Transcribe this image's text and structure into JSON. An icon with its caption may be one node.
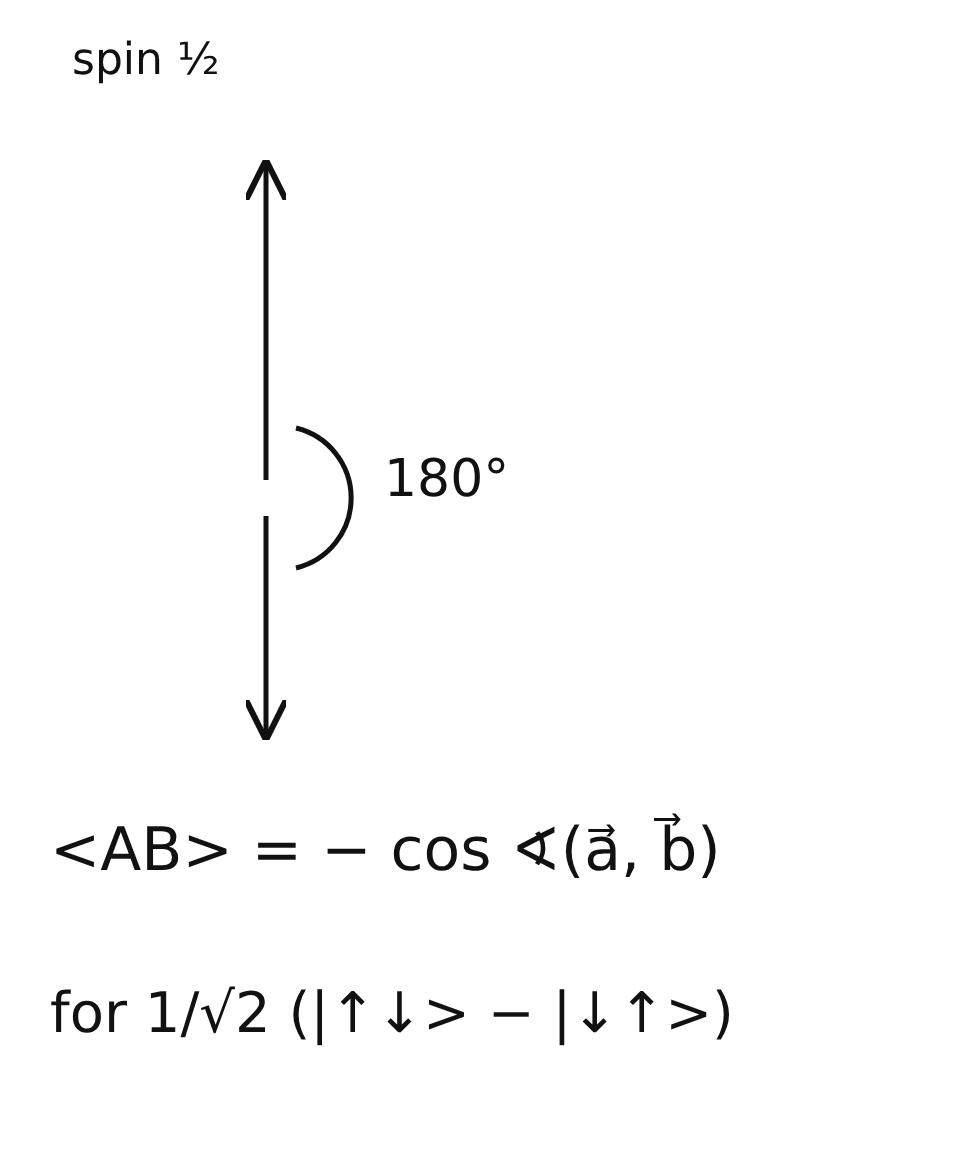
{
  "diagram": {
    "labels": [
      "spin ½",
      "180°",
      "<AB> = − cos ∢(a⃗, b⃗)",
      "for 1/√2 (|↑↓> − |↓↑>)"
    ]
  }
}
